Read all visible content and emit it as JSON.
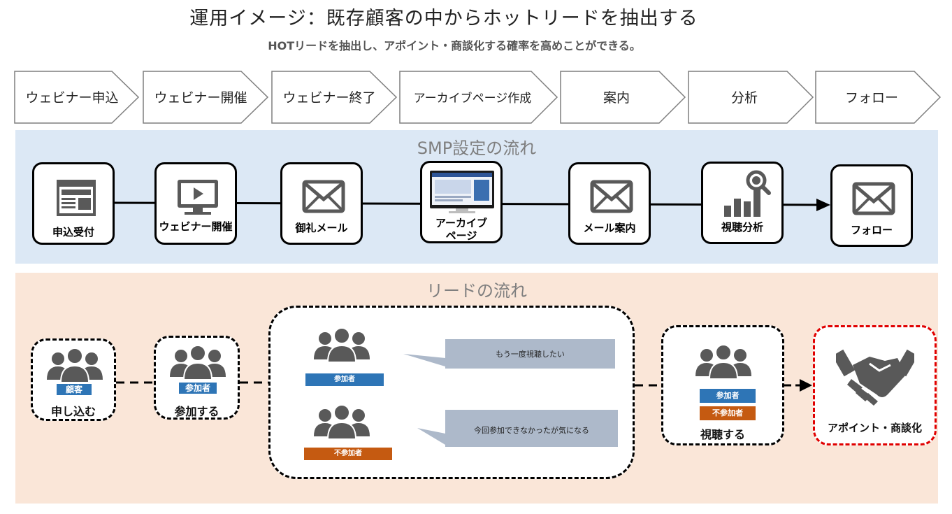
{
  "title": "運用イメージ：既存顧客の中からホットリードを抽出する",
  "subtitle": "HOTリードを抽出し、アポイント・商談化する確率を高めことができる。",
  "steps": [
    "ウェビナー申込",
    "ウェビナー開催",
    "ウェビナー終了",
    "アーカイブページ作成",
    "案内",
    "分析",
    "フォロー"
  ],
  "smp": {
    "title": "SMP設定の流れ",
    "nodes": [
      {
        "label": "申込受付",
        "icon": "form-icon"
      },
      {
        "label": "ウェビナー開催",
        "icon": "video-screen-icon"
      },
      {
        "label": "御礼メール",
        "icon": "mail-icon"
      },
      {
        "label": "アーカイブページ",
        "label_line1": "アーカイブ",
        "label_line2": "ページ",
        "icon": "monitor-icon"
      },
      {
        "label": "メール案内",
        "icon": "mail-icon"
      },
      {
        "label": "視聴分析",
        "icon": "analytics-icon"
      },
      {
        "label": "フォロー",
        "icon": "mail-icon"
      }
    ]
  },
  "lead": {
    "title": "リードの流れ",
    "apply": {
      "badge": "顧客",
      "label": "申し込む"
    },
    "attend": {
      "badge": "参加者",
      "label": "参加する"
    },
    "group_participant": {
      "badge": "参加者",
      "callout": "もう一度視聴したい"
    },
    "group_absent": {
      "badge": "不参加者",
      "callout": "今回参加できなかったが気になる"
    },
    "watch": {
      "badge1": "参加者",
      "badge2": "不参加者",
      "label": "視聴する"
    },
    "result": {
      "label": "アポイント・商談化"
    }
  },
  "colors": {
    "blue_badge": "#2e75b6",
    "orange_badge": "#c55a11",
    "smp_band": "#dce8f5",
    "lead_band": "#fae6d8",
    "icon_gray": "#595959",
    "result_border": "#e00000"
  }
}
